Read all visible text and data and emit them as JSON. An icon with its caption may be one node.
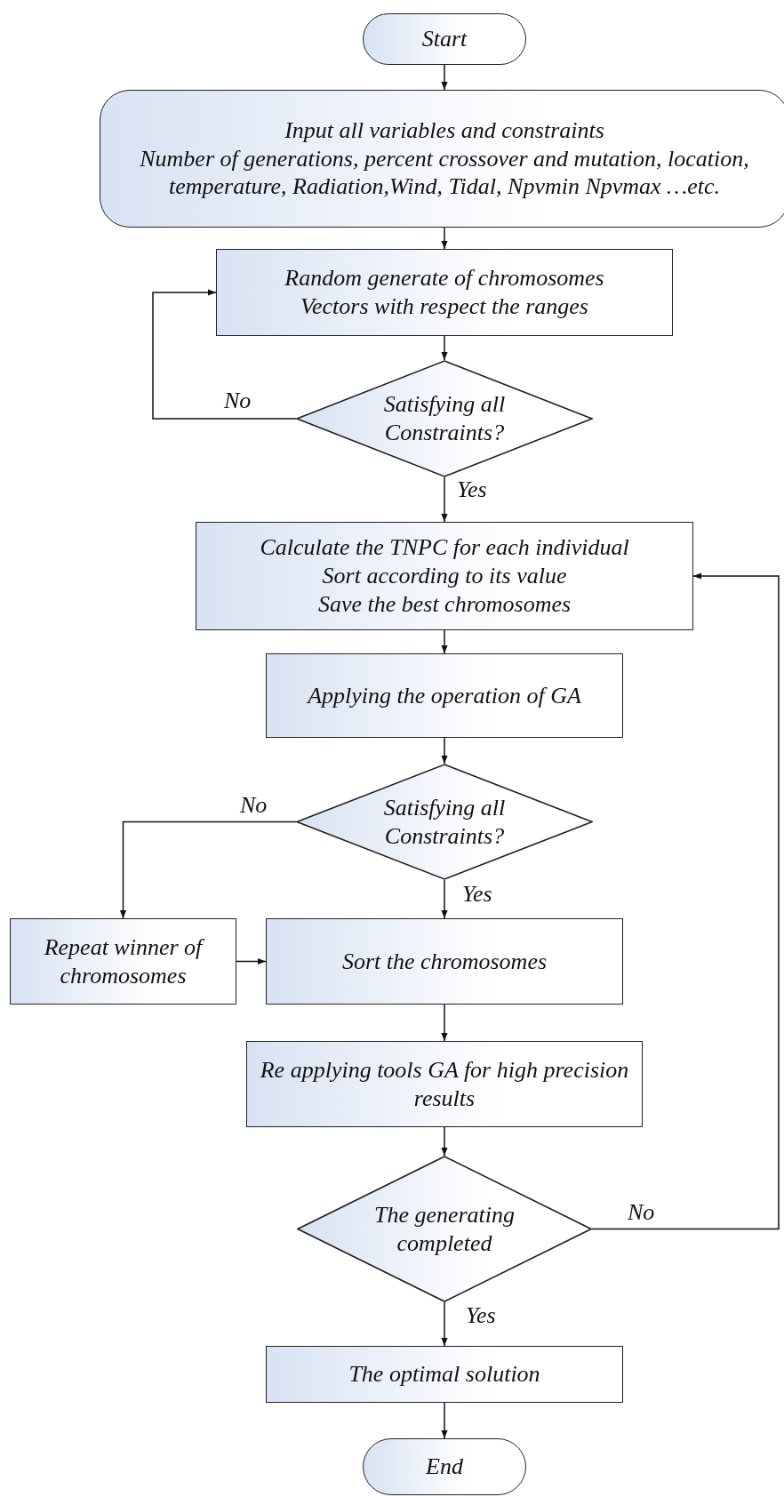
{
  "diagram": {
    "nodes": [
      {
        "text": [
          "Start"
        ]
      },
      {
        "text": [
          "Input all variables and constraints",
          "Number of generations, percent crossover and mutation, location, temperature, Radiation,Wind, Tidal, Npvmin Npvmax …etc."
        ]
      },
      {
        "text": [
          "Random generate of chromosomes",
          "Vectors with respect the ranges"
        ]
      },
      {
        "text": [
          "Satisfying all Constraints?"
        ]
      },
      {
        "text": [
          "Calculate the TNPC for each individual",
          "Sort according to its value",
          "Save the best chromosomes"
        ]
      },
      {
        "text": [
          "Applying the operation of GA"
        ]
      },
      {
        "text": [
          "Satisfying all Constraints?"
        ]
      },
      {
        "text": [
          "Repeat winner of chromosomes"
        ]
      },
      {
        "text": [
          "Sort the chromosomes"
        ]
      },
      {
        "text": [
          "Re applying tools GA for high precision results"
        ]
      },
      {
        "text": [
          "The generating completed"
        ]
      },
      {
        "text": [
          "The optimal solution"
        ]
      },
      {
        "text": [
          "End"
        ]
      }
    ],
    "edges": [
      {
        "from": 0,
        "to": 1,
        "arrow": "to"
      },
      {
        "from": 1,
        "to": 2,
        "arrow": "to"
      },
      {
        "from": 2,
        "to": 3,
        "arrow": "to"
      },
      {
        "from": 3,
        "to": 2,
        "arrow": "to",
        "label": "No"
      },
      {
        "from": 3,
        "to": 4,
        "arrow": "to",
        "label": "Yes"
      },
      {
        "from": 4,
        "to": 5,
        "arrow": "to"
      },
      {
        "from": 5,
        "to": 6,
        "arrow": "to"
      },
      {
        "from": 6,
        "to": 7,
        "arrow": "to",
        "label": "No"
      },
      {
        "from": 6,
        "to": 8,
        "arrow": "to",
        "label": "Yes"
      },
      {
        "from": 7,
        "to": 8,
        "arrow": "to"
      },
      {
        "from": 8,
        "to": 9,
        "arrow": "to"
      },
      {
        "from": 9,
        "to": 10,
        "arrow": "to"
      },
      {
        "from": 10,
        "to": 4,
        "arrow": "to",
        "label": "No"
      },
      {
        "from": 10,
        "to": 11,
        "arrow": "to",
        "label": "Yes"
      },
      {
        "from": 11,
        "to": 12,
        "arrow": "to"
      }
    ]
  }
}
